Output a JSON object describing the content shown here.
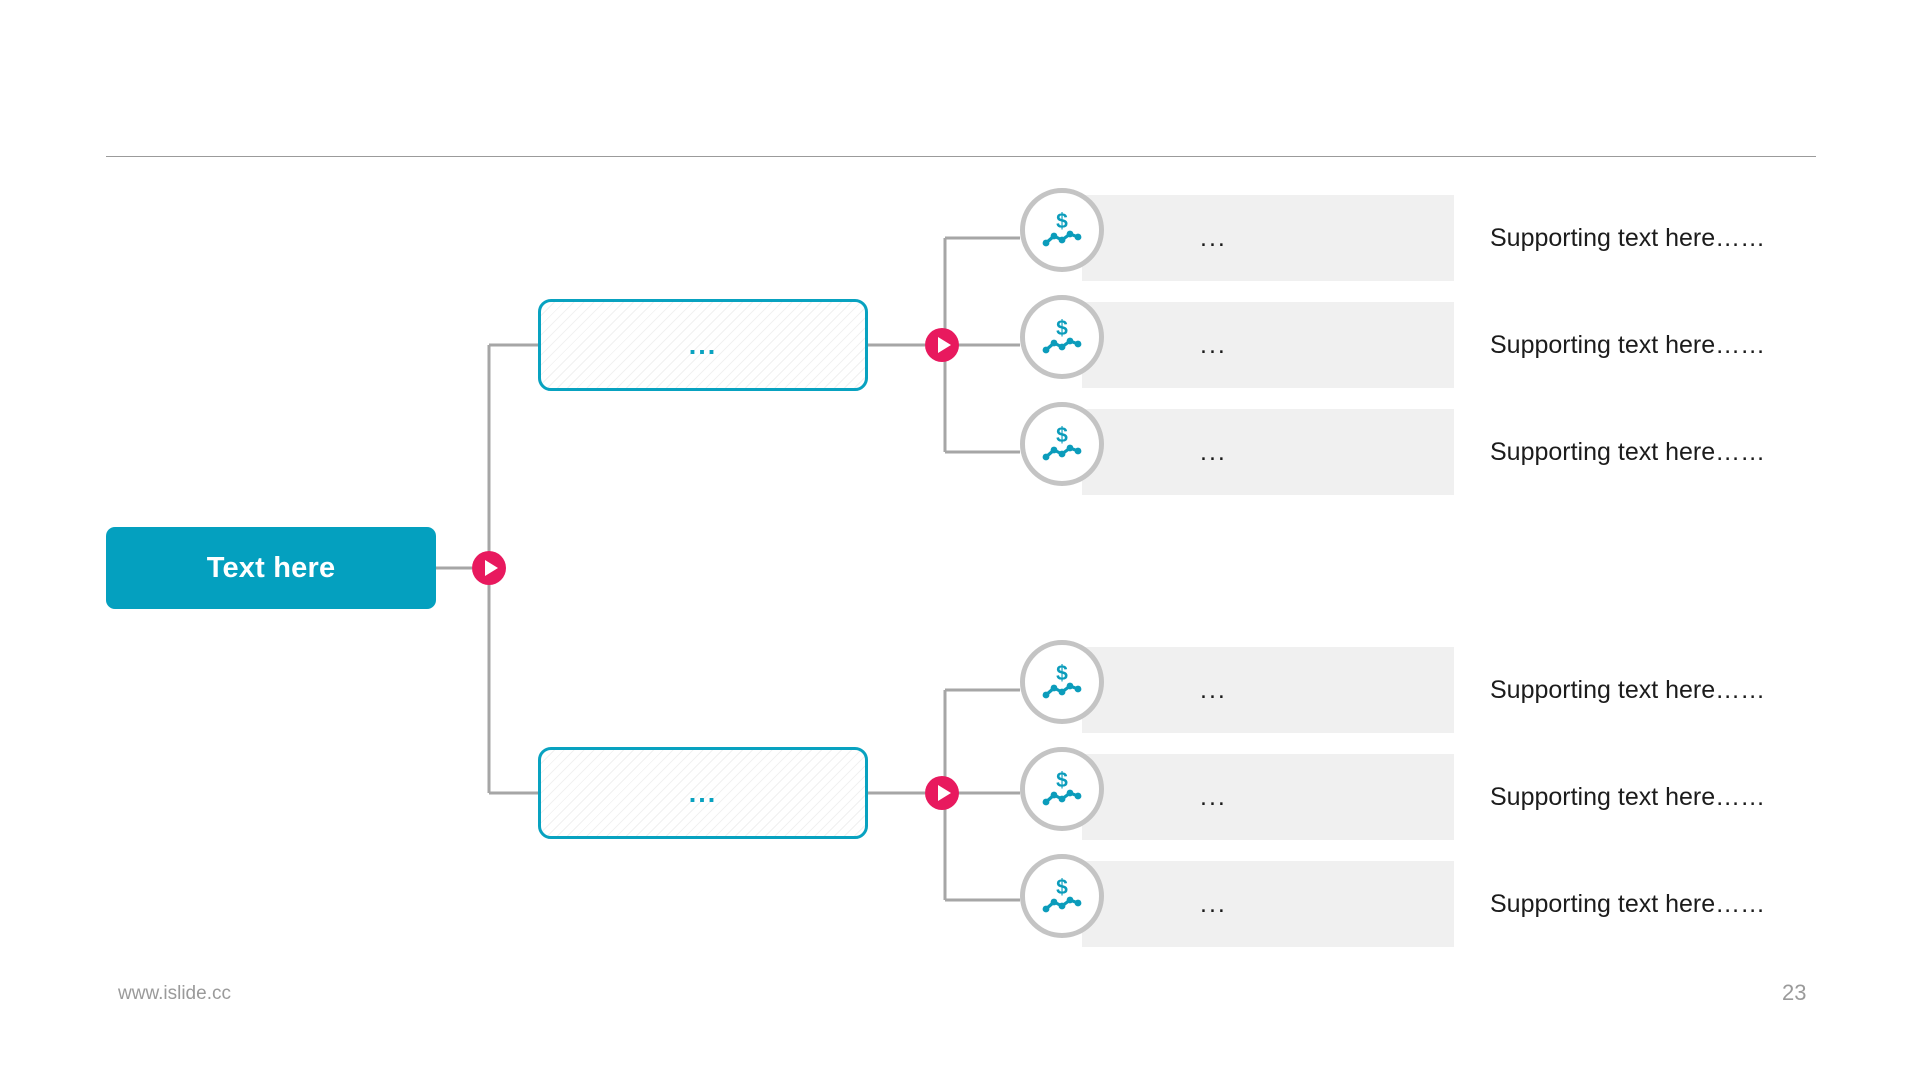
{
  "slide": {
    "background_color": "#ffffff",
    "accent_teal": "#04a0bf",
    "accent_pink": "#e8195e",
    "band_gray": "#f0f0f0",
    "divider_gray": "#9b9b9b"
  },
  "root": {
    "label": "Text here"
  },
  "branches": [
    {
      "label": "...",
      "leaves": [
        {
          "band_label": "...",
          "support_text": "Supporting text here……",
          "icon": "dollar-trend-icon"
        },
        {
          "band_label": "...",
          "support_text": "Supporting text here……",
          "icon": "dollar-trend-icon"
        },
        {
          "band_label": "...",
          "support_text": "Supporting text here……",
          "icon": "dollar-trend-icon"
        }
      ]
    },
    {
      "label": "...",
      "leaves": [
        {
          "band_label": "...",
          "support_text": "Supporting text here……",
          "icon": "dollar-trend-icon"
        },
        {
          "band_label": "...",
          "support_text": "Supporting text here……",
          "icon": "dollar-trend-icon"
        },
        {
          "band_label": "...",
          "support_text": "Supporting text here……",
          "icon": "dollar-trend-icon"
        }
      ]
    }
  ],
  "footer": {
    "url": "www.islide.cc",
    "page_number": "23"
  }
}
